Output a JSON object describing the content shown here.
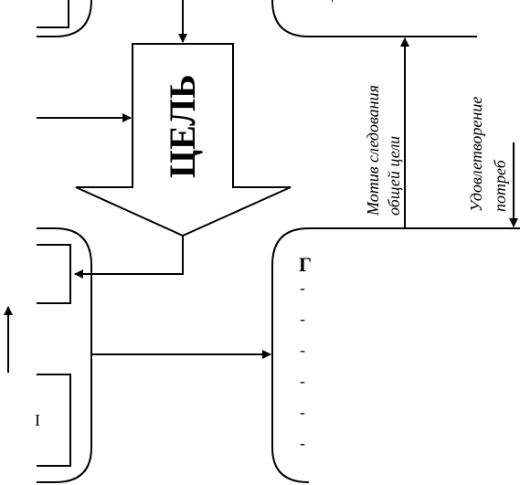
{
  "diagram": {
    "goal_label": "ЦЕЛЬ",
    "motive_line1": "Мотив следования",
    "motive_line2": "общей   цели",
    "satisfaction_line1": "Удовлетворение",
    "satisfaction_line2": "потреб",
    "right_box_heading": "Г",
    "right_box_bullets": [
      "-",
      "-",
      "-",
      "-",
      "-",
      "-"
    ],
    "left_small_label": "I",
    "top_right_mark": "'"
  }
}
